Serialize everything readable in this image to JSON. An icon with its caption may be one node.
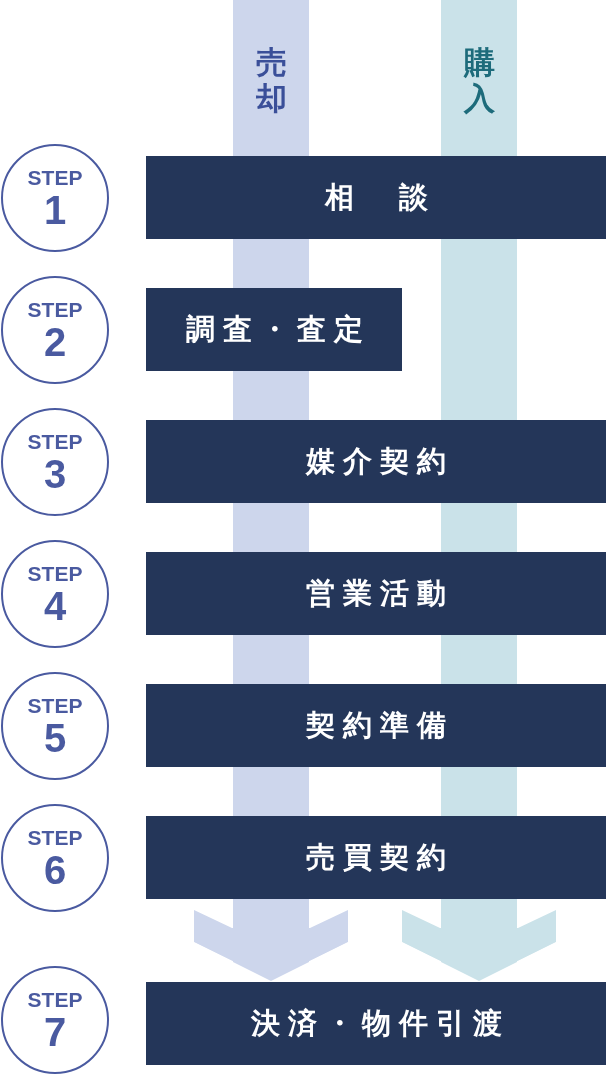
{
  "diagram": {
    "nodes": [
      {
        "text": [
          "売却"
        ]
      },
      {
        "text": [
          "購入"
        ]
      },
      {
        "text": [
          "STEP",
          "1"
        ]
      },
      {
        "text": [
          "相　談"
        ]
      },
      {
        "text": [
          "STEP",
          "2"
        ]
      },
      {
        "text": [
          "調査・査定"
        ]
      },
      {
        "text": [
          "STEP",
          "3"
        ]
      },
      {
        "text": [
          "媒介契約"
        ]
      },
      {
        "text": [
          "STEP",
          "4"
        ]
      },
      {
        "text": [
          "営業活動"
        ]
      },
      {
        "text": [
          "STEP",
          "5"
        ]
      },
      {
        "text": [
          "契約準備"
        ]
      },
      {
        "text": [
          "STEP",
          "6"
        ]
      },
      {
        "text": [
          "売買契約"
        ]
      },
      {
        "text": [
          "STEP",
          "7"
        ]
      },
      {
        "text": [
          "決済・物件引渡"
        ]
      }
    ],
    "edges": [
      {
        "from": 0,
        "to": 3,
        "arrow": "none",
        "color": "#cdd6ec"
      },
      {
        "from": 3,
        "to": 5,
        "arrow": "none",
        "color": "#cdd6ec"
      },
      {
        "from": 5,
        "to": 7,
        "arrow": "none",
        "color": "#cdd6ec"
      },
      {
        "from": 7,
        "to": 9,
        "arrow": "none",
        "color": "#cdd6ec"
      },
      {
        "from": 9,
        "to": 11,
        "arrow": "none",
        "color": "#cdd6ec"
      },
      {
        "from": 11,
        "to": 13,
        "arrow": "none",
        "color": "#cdd6ec"
      },
      {
        "from": 13,
        "to": 15,
        "arrow": "to",
        "color": "#cdd6ec"
      },
      {
        "from": 1,
        "to": 3,
        "arrow": "none",
        "color": "#cae2e9"
      },
      {
        "from": 3,
        "to": 7,
        "arrow": "none",
        "color": "#cae2e9"
      },
      {
        "from": 7,
        "to": 9,
        "arrow": "none",
        "color": "#cae2e9"
      },
      {
        "from": 9,
        "to": 11,
        "arrow": "none",
        "color": "#cae2e9"
      },
      {
        "from": 11,
        "to": 13,
        "arrow": "none",
        "color": "#cae2e9"
      },
      {
        "from": 13,
        "to": 15,
        "arrow": "to",
        "color": "#cae2e9"
      }
    ]
  }
}
